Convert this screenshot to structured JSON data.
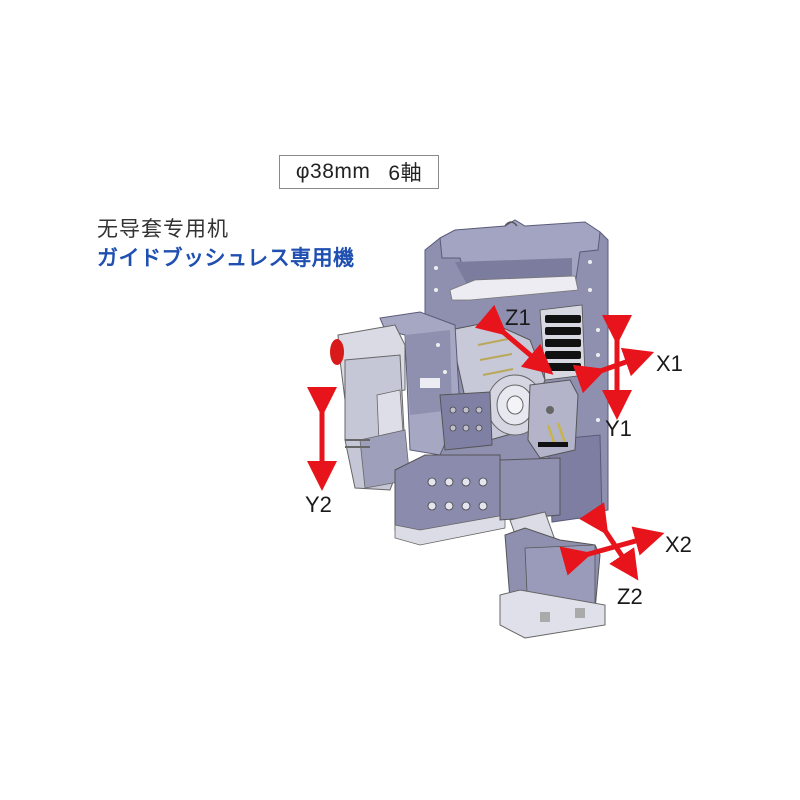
{
  "spec": {
    "diameter": "φ38mm",
    "axes": "6軸"
  },
  "title": {
    "chinese": "无导套专用机",
    "japanese": "ガイドブッシュレス専用機"
  },
  "axis_labels": {
    "z1": "Z1",
    "x1": "X1",
    "y1": "Y1",
    "y2": "Y2",
    "x2": "X2",
    "z2": "Z2"
  },
  "colors": {
    "arrow": "#e8141c",
    "body": "#8f90b0",
    "body_dark": "#6f7092",
    "highlight": "#e9e9f0",
    "japanese_text": "#1f4fb0"
  }
}
